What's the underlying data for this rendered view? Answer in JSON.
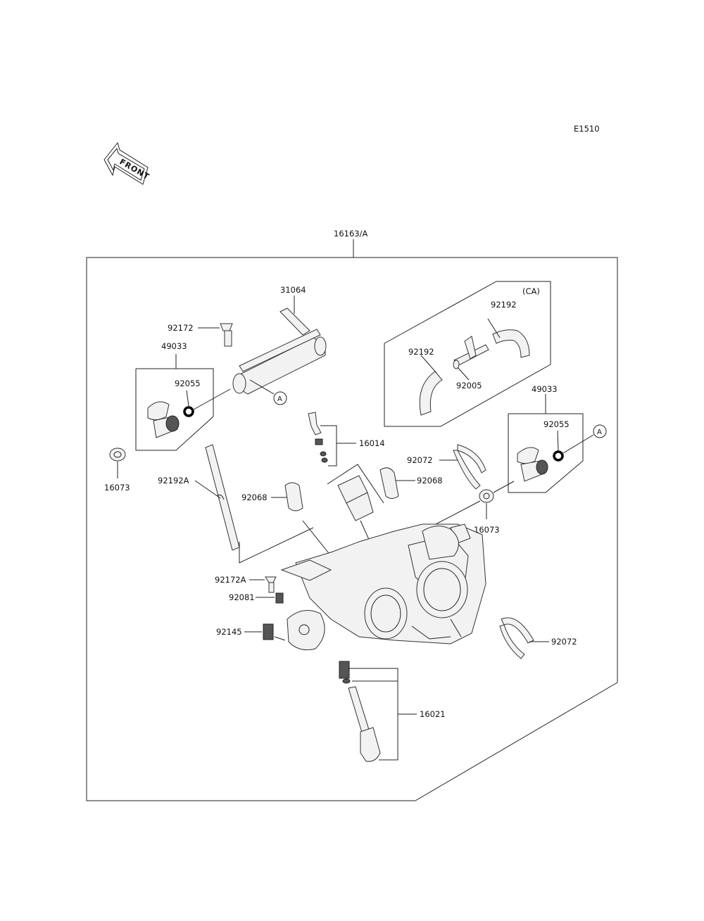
{
  "diagram_code": "E1510",
  "front_label": "FRONT",
  "assembly_label": "16163/A",
  "ca_label": "(CA)",
  "ref_marker": "A",
  "parts": {
    "p31064": "31064",
    "p92172": "92172",
    "p49033_left": "49033",
    "p92055_left": "92055",
    "p16073_left": "16073",
    "p92192A": "92192A",
    "p92192_right": "92192",
    "p92192_left": "92192",
    "p92005": "92005",
    "p49033_right": "49033",
    "p92055_right": "92055",
    "p16014": "16014",
    "p92072_top": "92072",
    "p92068_right": "92068",
    "p92068_left": "92068",
    "p16073_right": "16073",
    "p92172A": "92172A",
    "p92081": "92081",
    "p92145": "92145",
    "p92072_bottom": "92072",
    "p16021": "16021"
  }
}
